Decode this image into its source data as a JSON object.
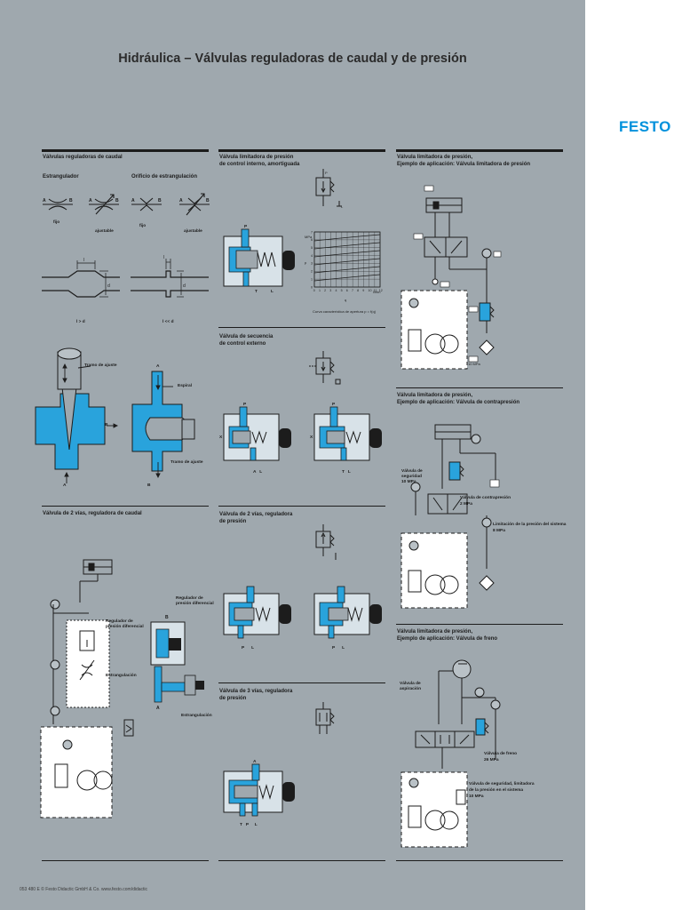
{
  "title": "Hidráulica – Válvulas reguladoras de caudal y de presión",
  "brand": "FESTO",
  "footer": "053 480 E   © Festo Didactic GmbH & Co.    www.festo.com/didactic",
  "colors": {
    "poster_bg": "#9fa8ae",
    "fluid_blue": "#29a3dc",
    "brand_blue": "#0091dc"
  },
  "col1": {
    "s1_title": "Válvulas reguladoras de caudal",
    "estrangulador": "Estrangulador",
    "orificio": "Orificio de estrangulación",
    "fijo": "fijo",
    "ajustable": "ajustable",
    "l_gt_d": "l > d",
    "l_ll_d": "l << d",
    "tramo_ajuste": "Tramo de ajuste",
    "espiral": "Espiral",
    "tramo_ajuste2": "Tramo de ajuste",
    "s2_title": "Válvula de 2 vías, reguladora de caudal",
    "reg_presion_dif": "Regulador de presión diferencial",
    "reg_presion_dif2": "Regulador de presión diferencial",
    "estrangulacion": "Estrangulación",
    "estrangulacion2": "Estrangulación"
  },
  "col2": {
    "s1_title_a": "Válvula limitadora de presión",
    "s1_title_b": "de control interno, amortiguada",
    "chart_caption": "Curva característica de apertura p = f(q)",
    "y_unit": "MPa",
    "y_label": "p",
    "x_unit": "l/min",
    "x_label": "q",
    "x_ticks": [
      "0",
      "1",
      "2",
      "3",
      "4",
      "5",
      "6",
      "7",
      "8",
      "9",
      "10",
      "11",
      "12"
    ],
    "y_ticks": [
      "7",
      "6",
      "5",
      "4",
      "3",
      "2",
      "1",
      "0"
    ],
    "s2_title_a": "Válvula de secuencia",
    "s2_title_b": "de control externo",
    "s3_title_a": "Válvula de 2 vías, reguladora",
    "s3_title_b": "de presión",
    "s4_title_a": "Válvula de 3 vías, reguladora",
    "s4_title_b": "de presión"
  },
  "col3": {
    "s1_title_a": "Válvula limitadora de presión,",
    "s1_title_b": "Ejemplo de aplicación: Válvula limitadora de presión",
    "mpa10": "10 MPa",
    "s2_title_a": "Válvula limitadora de presión,",
    "s2_title_b": "Ejemplo de aplicación: Válvula de contrapresión",
    "seguridad_a": "Válvula de",
    "seguridad_b": "seguridad",
    "seguridad_c": "10 MPa",
    "contrapresion_a": "Válvula de contrapresión",
    "contrapresion_b": "2 MPa",
    "limitacion_a": "Limitación de la presión del sistema",
    "limitacion_b": "8 MPa",
    "s3_title_a": "Válvula limitadora de presión,",
    "s3_title_b": "Ejemplo de aplicación: Válvula de freno",
    "aspiracion_a": "Válvula de",
    "aspiracion_b": "aspiración",
    "freno_a": "Válvula de freno",
    "freno_b": "26 MPa",
    "segsis_a": "Válvula de seguridad, limitadora",
    "segsis_b": "de la presión en el sistema",
    "segsis_c": "10 MPa"
  }
}
